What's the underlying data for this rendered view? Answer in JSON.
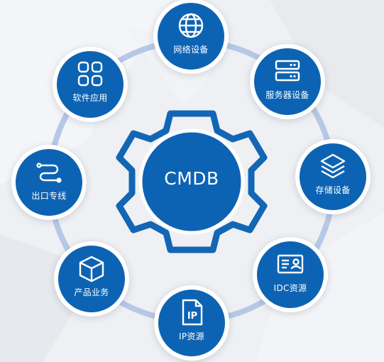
{
  "center": {
    "label": "CMDB"
  },
  "nodes": [
    {
      "label": "网络设备",
      "icon": "globe-icon"
    },
    {
      "label": "服务器设备",
      "icon": "server-icon"
    },
    {
      "label": "存储设备",
      "icon": "layers-icon"
    },
    {
      "label": "IDC资源",
      "icon": "id-card-icon"
    },
    {
      "label": "IP资源",
      "icon": "ip-file-icon"
    },
    {
      "label": "产品业务",
      "icon": "box-icon"
    },
    {
      "label": "出口专线",
      "icon": "route-icon"
    },
    {
      "label": "软件应用",
      "icon": "apps-grid-icon"
    }
  ],
  "colors": {
    "node_fill": "#0d63b3",
    "ring": "#b7c8e6",
    "gear_outline": "#1266b5",
    "background": "#eef0f3"
  }
}
